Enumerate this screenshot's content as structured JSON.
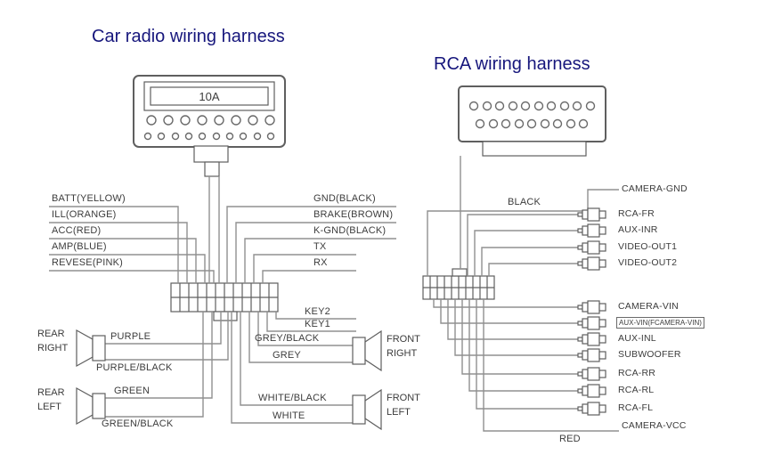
{
  "titles": {
    "car": "Car radio wiring harness",
    "rca": "RCA wiring harness"
  },
  "car_connector": {
    "fuse": "10A"
  },
  "power_wires": [
    {
      "label": "BATT(YELLOW)"
    },
    {
      "label": "ILL(ORANGE)"
    },
    {
      "label": "ACC(RED)"
    },
    {
      "label": "AMP(BLUE)"
    },
    {
      "label": "REVESE(PINK)"
    }
  ],
  "signal_wires": [
    {
      "label": "GND(BLACK)"
    },
    {
      "label": "BRAKE(BROWN)"
    },
    {
      "label": "K-GND(BLACK)"
    },
    {
      "label": "TX"
    },
    {
      "label": "RX"
    },
    {
      "label": "KEY2"
    },
    {
      "label": "KEY1"
    }
  ],
  "speakers": [
    {
      "line1": "REAR",
      "line2": "RIGHT",
      "wire_top": "PURPLE",
      "wire_bottom": "PURPLE/BLACK"
    },
    {
      "line1": "REAR",
      "line2": "LEFT",
      "wire_top": "GREEN",
      "wire_bottom": "GREEN/BLACK"
    },
    {
      "line1": "FRONT",
      "line2": "RIGHT",
      "wire_top": "GREY/BLACK",
      "wire_bottom": "GREY"
    },
    {
      "line1": "FRONT",
      "line2": "LEFT",
      "wire_top": "WHITE/BLACK",
      "wire_bottom": "WHITE"
    }
  ],
  "rca_harness": {
    "wire_black": "BLACK",
    "wire_red": "RED",
    "outputs": [
      {
        "label": "CAMERA-GND"
      },
      {
        "label": "RCA-FR"
      },
      {
        "label": "AUX-INR"
      },
      {
        "label": "VIDEO-OUT1"
      },
      {
        "label": "VIDEO-OUT2"
      },
      {
        "label": "CAMERA-VIN"
      },
      {
        "label": "AUX-VIN(FCAMERA-VIN)"
      },
      {
        "label": "AUX-INL"
      },
      {
        "label": "SUBWOOFER"
      },
      {
        "label": "RCA-RR"
      },
      {
        "label": "RCA-RL"
      },
      {
        "label": "RCA-FL"
      },
      {
        "label": "CAMERA-VCC"
      }
    ]
  },
  "colors": {
    "title": "#16167c",
    "wire": "#909090",
    "text": "#3c3c3c"
  }
}
